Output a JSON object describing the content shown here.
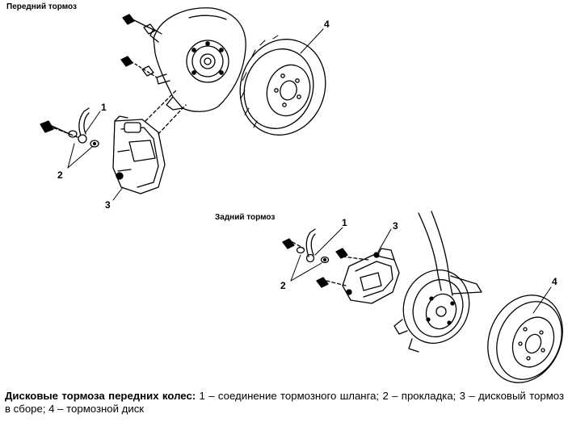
{
  "titles": {
    "front": "Передний тормоз",
    "rear": "Задний тормоз"
  },
  "callouts": {
    "front": {
      "c1": "1",
      "c2": "2",
      "c3": "3",
      "c4": "4"
    },
    "rear": {
      "c1": "1",
      "c2": "2",
      "c3": "3",
      "c4": "4"
    }
  },
  "caption": {
    "title": "Дисковые тормоза передних колес:",
    "text": " 1 – соединение тормозного шланга; 2 – прокладка; 3 – дисковый тормоз в сборе; 4 – тормозной диск"
  }
}
